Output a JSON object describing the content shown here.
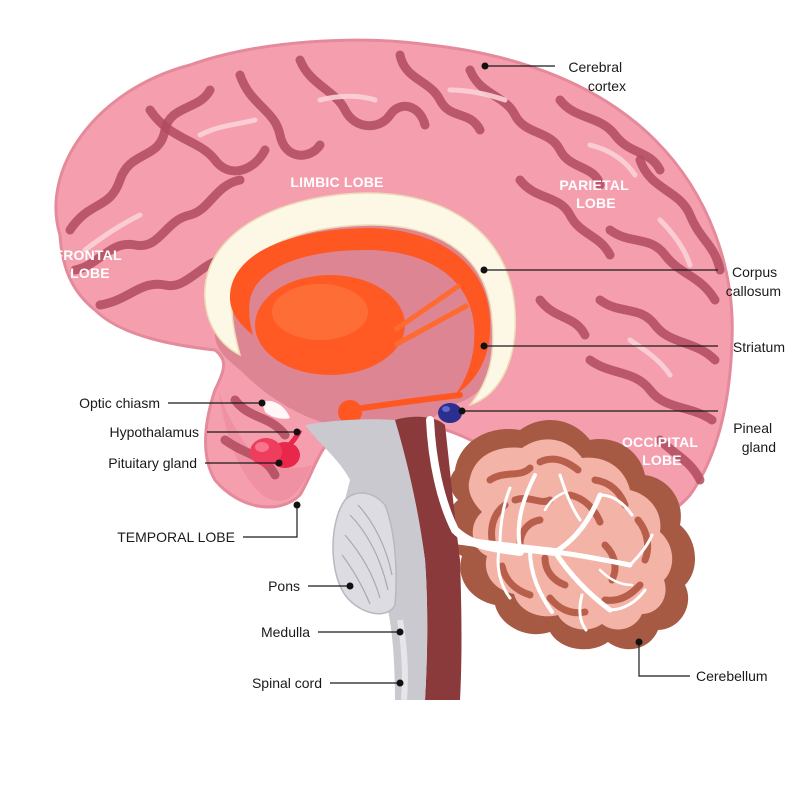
{
  "labels": {
    "cerebral_cortex": [
      "Cerebral",
      "cortex"
    ],
    "corpus_callosum": [
      "Corpus",
      "callosum"
    ],
    "striatum": "Striatum",
    "pineal_gland": [
      "Pineal",
      "gland"
    ],
    "cerebellum": "Cerebellum",
    "optic_chiasm": "Optic chiasm",
    "hypothalamus": "Hypothalamus",
    "pituitary_gland": "Pituitary gland",
    "temporal_lobe": "TEMPORAL LOBE",
    "pons": "Pons",
    "medulla": "Medulla",
    "spinal_cord": "Spinal cord"
  },
  "lobes": {
    "frontal": [
      "FRONTAL",
      "LOBE"
    ],
    "limbic": "LIMBIC LOBE",
    "parietal": [
      "PARIETAL",
      "LOBE"
    ],
    "occipital": [
      "OCCIPITAL",
      "LOBE"
    ]
  },
  "colors": {
    "brain_pink": "#f59fae",
    "brain_outline": "#e58a9b",
    "gyrus_groove": "#b04a5e",
    "corpus_callosum_cream": "#fdf7e6",
    "striatum_orange": "#ff5722",
    "brainstem_gray": "#c9c9cf",
    "brainstem_dark": "#8a3a3a",
    "pituitary_red": "#e8274a",
    "pineal_blue": "#2b2f8f",
    "cerebellum_brown": "#a65a44",
    "cerebellum_pink": "#f3b3a6"
  }
}
